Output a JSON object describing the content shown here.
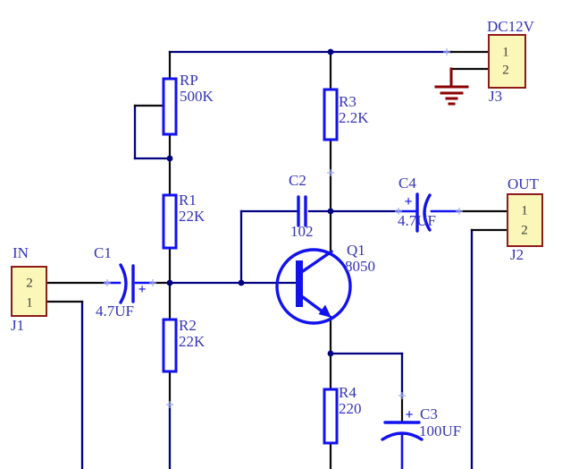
{
  "colors": {
    "wire": "#000080",
    "pin": "#0a0a0a",
    "comp": "#1212ee",
    "label": "#3434b8",
    "connFill": "#fbf7b8",
    "connBorder": "#8f1a1a",
    "ground": "#8b0000",
    "pinnum": "#3a3a3a",
    "bg": "#ffffff",
    "tick": "#9fa8ff"
  },
  "connectors": {
    "j1": {
      "title": "IN",
      "ref": "J1",
      "pins": [
        "2",
        "1"
      ]
    },
    "j2": {
      "title": "OUT",
      "ref": "J2",
      "pins": [
        "1",
        "2"
      ]
    },
    "j3": {
      "title": "DC12V",
      "ref": "J3",
      "pins": [
        "1",
        "2"
      ]
    }
  },
  "resistors": {
    "rp": {
      "ref": "RP",
      "value": "500K"
    },
    "r1": {
      "ref": "R1",
      "value": "22K"
    },
    "r2": {
      "ref": "R2",
      "value": "22K"
    },
    "r3": {
      "ref": "R3",
      "value": "2.2K"
    },
    "r4": {
      "ref": "R4",
      "value": "220"
    }
  },
  "capacitors": {
    "c1": {
      "ref": "C1",
      "value": "4.7UF",
      "polarity": "+"
    },
    "c2": {
      "ref": "C2",
      "value": "102"
    },
    "c3": {
      "ref": "C3",
      "value": "100UF",
      "polarity": "+"
    },
    "c4": {
      "ref": "C4",
      "value": "4.7UF",
      "polarity": "+"
    }
  },
  "transistor": {
    "ref": "Q1",
    "value": "8050"
  }
}
